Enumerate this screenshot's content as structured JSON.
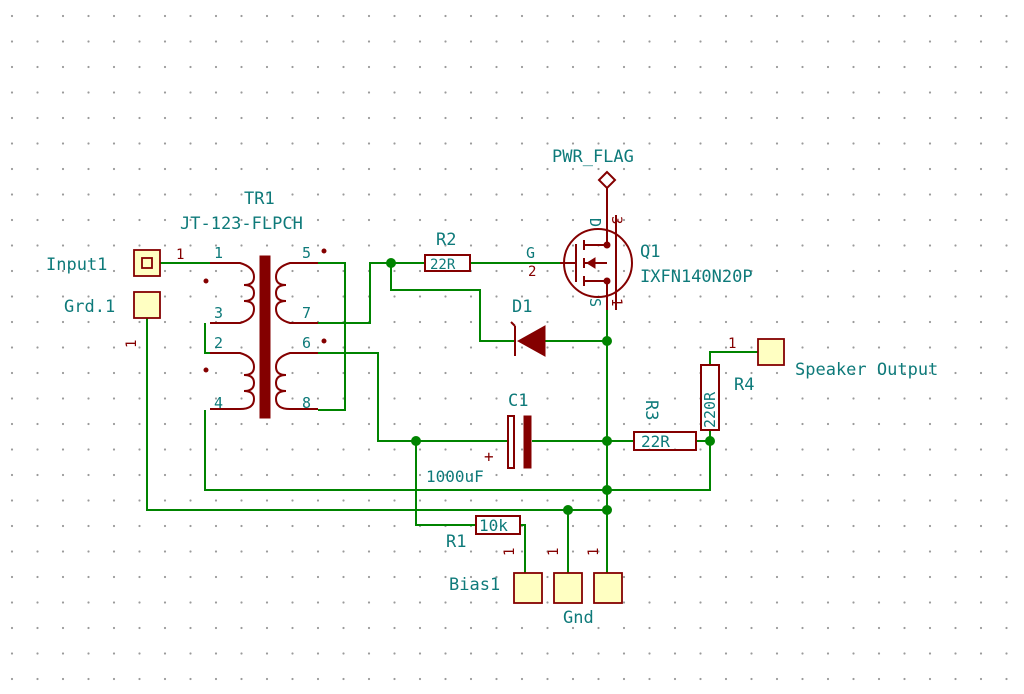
{
  "labels": {
    "tr1_ref": "TR1",
    "tr1_value": "JT-123-FLPCH",
    "tr1_pins": [
      "1",
      "3",
      "2",
      "4",
      "5",
      "7",
      "6",
      "8"
    ],
    "input_ref": "Input1",
    "input_pin": "1",
    "grd_ref": "Grd.1",
    "grd_pin": "1",
    "r2_ref": "R2",
    "r2_value": "22R",
    "q1_gate": "G",
    "q1_gate_pin": "2",
    "q1_ref": "Q1",
    "q1_value": "IXFN140N20P",
    "q1_drain_pin": "3",
    "q1_drain": "D",
    "q1_source": "S",
    "q1_source_pin": "1",
    "pwr_flag": "PWR_FLAG",
    "d1_ref": "D1",
    "c1_ref": "C1",
    "c1_value": "1000uF",
    "c1_plus": "+",
    "r3_ref": "R3",
    "r3_value": "22R",
    "r4_ref": "R4",
    "r4_value": "220R",
    "speaker_pin": "1",
    "speaker_label": "Speaker Output",
    "r1_ref": "R1",
    "r1_value": "10k",
    "bias_ref": "Bias1",
    "bias_pin": "1",
    "gnd_pin_a": "1",
    "gnd_pin_b": "1",
    "gnd_label": "Gnd"
  },
  "colors": {
    "wire": "#008400",
    "component": "#840000",
    "text": "#0e7a7a",
    "pad_fill": "#ffffc2",
    "grid": "#9a9a9a"
  }
}
